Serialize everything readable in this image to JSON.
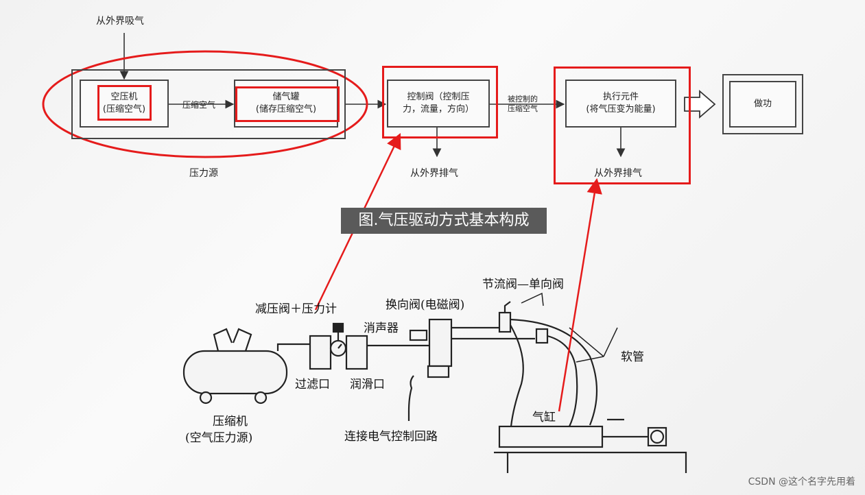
{
  "top": {
    "intake_label": "从外界吸气",
    "compressor": "空压机\n(压缩空气)",
    "compressed_air": "压缩空气",
    "tank": "储气罐\n(储存压缩空气)",
    "source_label": "压力源",
    "control_valve": "控制阀（控制压\n力，流量，方向）",
    "controlled_air": "被控制的\n压缩空气",
    "exhaust_1": "从外界排气",
    "actuator": "执行元件\n(将气压变为能量)",
    "exhaust_2": "从外界排气",
    "work": "做功"
  },
  "caption": "图.气压驱动方式基本构成",
  "bottom": {
    "throttle_check": "节流阀—单向阀",
    "directional_valve": "换向阀(电磁阀)",
    "reducing_valve": "减压阀＋压力计",
    "muffler": "消声器",
    "hose": "软管",
    "filter": "过滤口",
    "lubricator": "润滑口",
    "compressor": "压缩机",
    "compressor_sub": "(空气压力源)",
    "electric_loop": "连接电气控制回路",
    "cylinder": "气缸"
  },
  "watermark": "CSDN @这个名字先用着",
  "colors": {
    "highlight": "#e51b1b",
    "caption_bg": "#5a5a5a"
  }
}
